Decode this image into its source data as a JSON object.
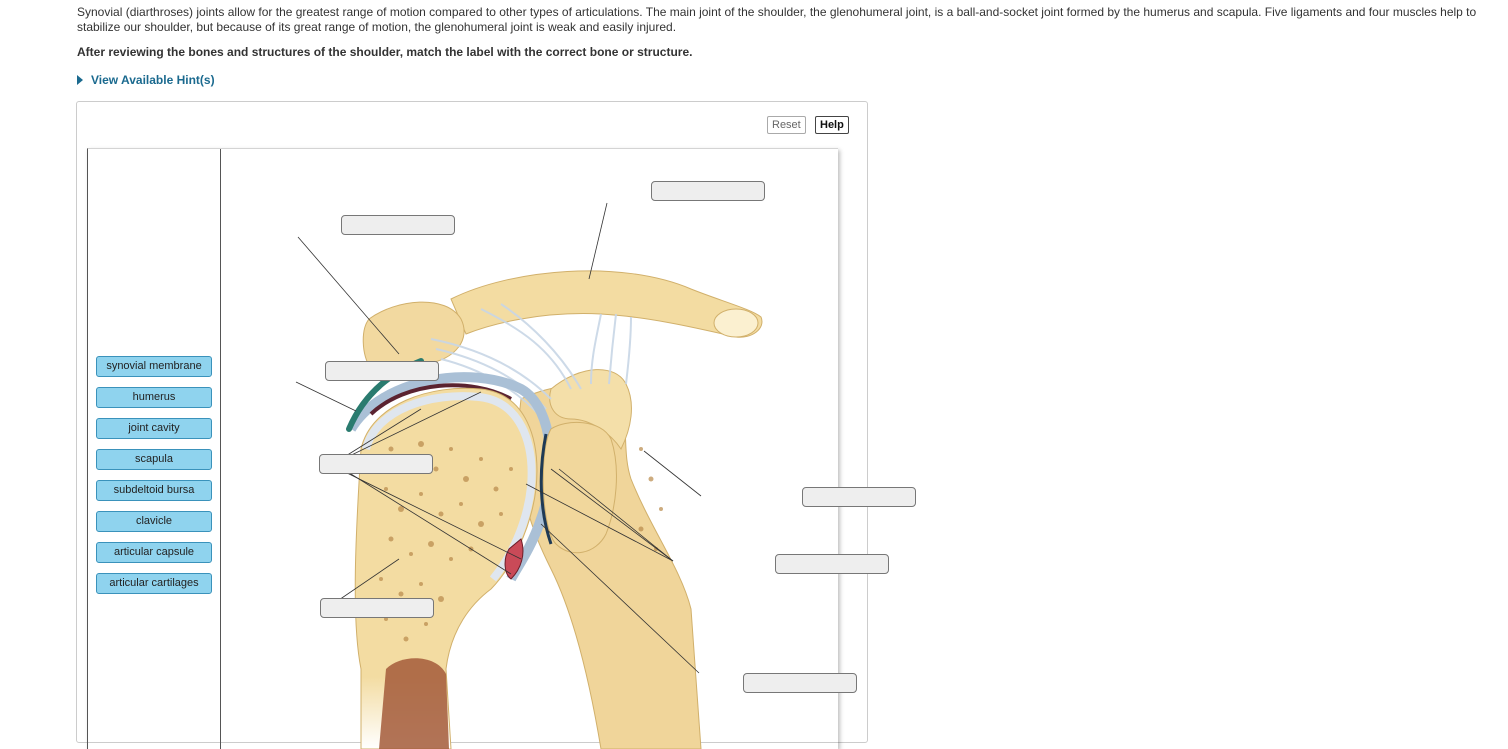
{
  "intro_text": "Synovial (diarthroses) joints allow for the greatest range of motion compared to other types of articulations. The main joint of the shoulder, the glenohumeral joint, is a ball-and-socket joint formed by the humerus and scapula. Five ligaments and four muscles help to stabilize our shoulder, but because of its great range of motion, the glenohumeral joint is weak and easily injured.",
  "instruction": "After reviewing the bones and structures of the shoulder, match the label with the correct bone or structure.",
  "hint_link": "View Available Hint(s)",
  "buttons": {
    "reset": "Reset",
    "help": "Help"
  },
  "labels": [
    "synovial membrane",
    "humerus",
    "joint cavity",
    "scapula",
    "subdeltoid bursa",
    "clavicle",
    "articular capsule",
    "articular cartilages"
  ],
  "drop_zones_filled": 0,
  "colors": {
    "chip_bg": "#8fd3ee",
    "chip_border": "#3a92bb",
    "link": "#1b6a8f",
    "bone": "#f3dca2"
  }
}
